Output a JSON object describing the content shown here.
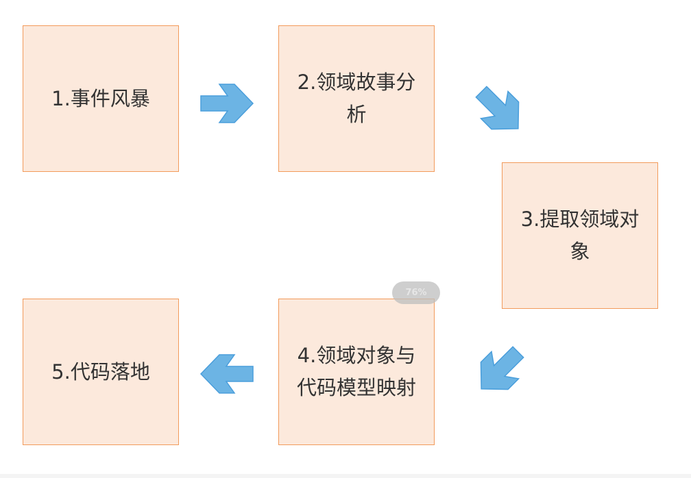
{
  "steps": [
    {
      "label": "1.事件风暴"
    },
    {
      "label": "2.领域故事分析"
    },
    {
      "label": "3.提取领域对象"
    },
    {
      "label": "4.领域对象与代码模型映射"
    },
    {
      "label": "5.代码落地"
    }
  ],
  "zoom_badge": "76%",
  "colors": {
    "box_fill": "#fce9dc",
    "box_border": "#f29a5a",
    "arrow_fill": "#6cb4e4",
    "arrow_stroke": "#4a9edb"
  }
}
